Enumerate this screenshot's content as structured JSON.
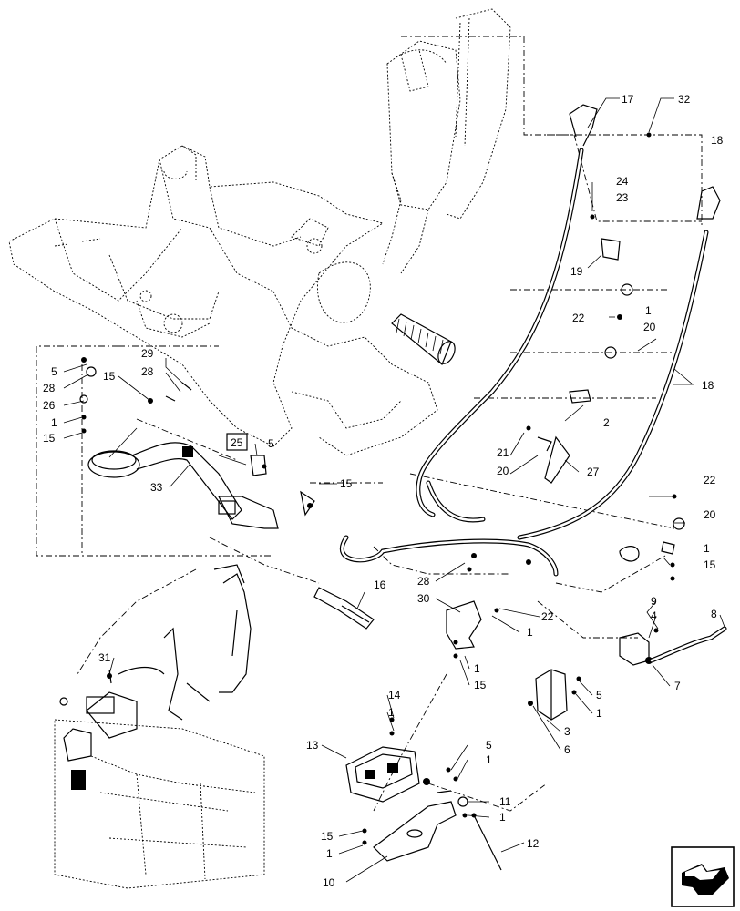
{
  "callouts": [
    {
      "key": "c17",
      "text": "17"
    },
    {
      "key": "c32",
      "text": "32"
    },
    {
      "key": "c18a",
      "text": "18"
    },
    {
      "key": "c24",
      "text": "24"
    },
    {
      "key": "c23",
      "text": "23"
    },
    {
      "key": "c19",
      "text": "19"
    },
    {
      "key": "c22a",
      "text": "22"
    },
    {
      "key": "c1a",
      "text": "1"
    },
    {
      "key": "c20a",
      "text": "20"
    },
    {
      "key": "c18b",
      "text": "18"
    },
    {
      "key": "c2",
      "text": "2"
    },
    {
      "key": "c21",
      "text": "21"
    },
    {
      "key": "c20b",
      "text": "20"
    },
    {
      "key": "c27",
      "text": "27"
    },
    {
      "key": "c22b",
      "text": "22"
    },
    {
      "key": "c20c",
      "text": "20"
    },
    {
      "key": "c1b",
      "text": "1"
    },
    {
      "key": "c15a",
      "text": "15"
    },
    {
      "key": "c29",
      "text": "29"
    },
    {
      "key": "c28a",
      "text": "28"
    },
    {
      "key": "c15b",
      "text": "15"
    },
    {
      "key": "c5a",
      "text": "5"
    },
    {
      "key": "c28b",
      "text": "28"
    },
    {
      "key": "c26",
      "text": "26"
    },
    {
      "key": "c1c",
      "text": "1"
    },
    {
      "key": "c15c",
      "text": "15"
    },
    {
      "key": "c25",
      "text": "25"
    },
    {
      "key": "c5b",
      "text": "5"
    },
    {
      "key": "c33",
      "text": "33"
    },
    {
      "key": "c15d",
      "text": "15"
    },
    {
      "key": "c16",
      "text": "16"
    },
    {
      "key": "c28c",
      "text": "28"
    },
    {
      "key": "c30",
      "text": "30"
    },
    {
      "key": "c22c",
      "text": "22"
    },
    {
      "key": "c1d",
      "text": "1"
    },
    {
      "key": "c1e",
      "text": "1"
    },
    {
      "key": "c15e",
      "text": "15"
    },
    {
      "key": "c9",
      "text": "9"
    },
    {
      "key": "c4",
      "text": "4"
    },
    {
      "key": "c8",
      "text": "8"
    },
    {
      "key": "c7",
      "text": "7"
    },
    {
      "key": "c5c",
      "text": "5"
    },
    {
      "key": "c1f",
      "text": "1"
    },
    {
      "key": "c3",
      "text": "3"
    },
    {
      "key": "c6",
      "text": "6"
    },
    {
      "key": "c31",
      "text": "31"
    },
    {
      "key": "c14",
      "text": "14"
    },
    {
      "key": "c1g",
      "text": "1"
    },
    {
      "key": "c13",
      "text": "13"
    },
    {
      "key": "c5d",
      "text": "5"
    },
    {
      "key": "c1h",
      "text": "1"
    },
    {
      "key": "c11",
      "text": "11"
    },
    {
      "key": "c1i",
      "text": "1"
    },
    {
      "key": "c15f",
      "text": "15"
    },
    {
      "key": "c1j",
      "text": "1"
    },
    {
      "key": "c12",
      "text": "12"
    },
    {
      "key": "c10",
      "text": "10"
    }
  ],
  "icons": {
    "navigation": "next-page-arrow-icon"
  }
}
